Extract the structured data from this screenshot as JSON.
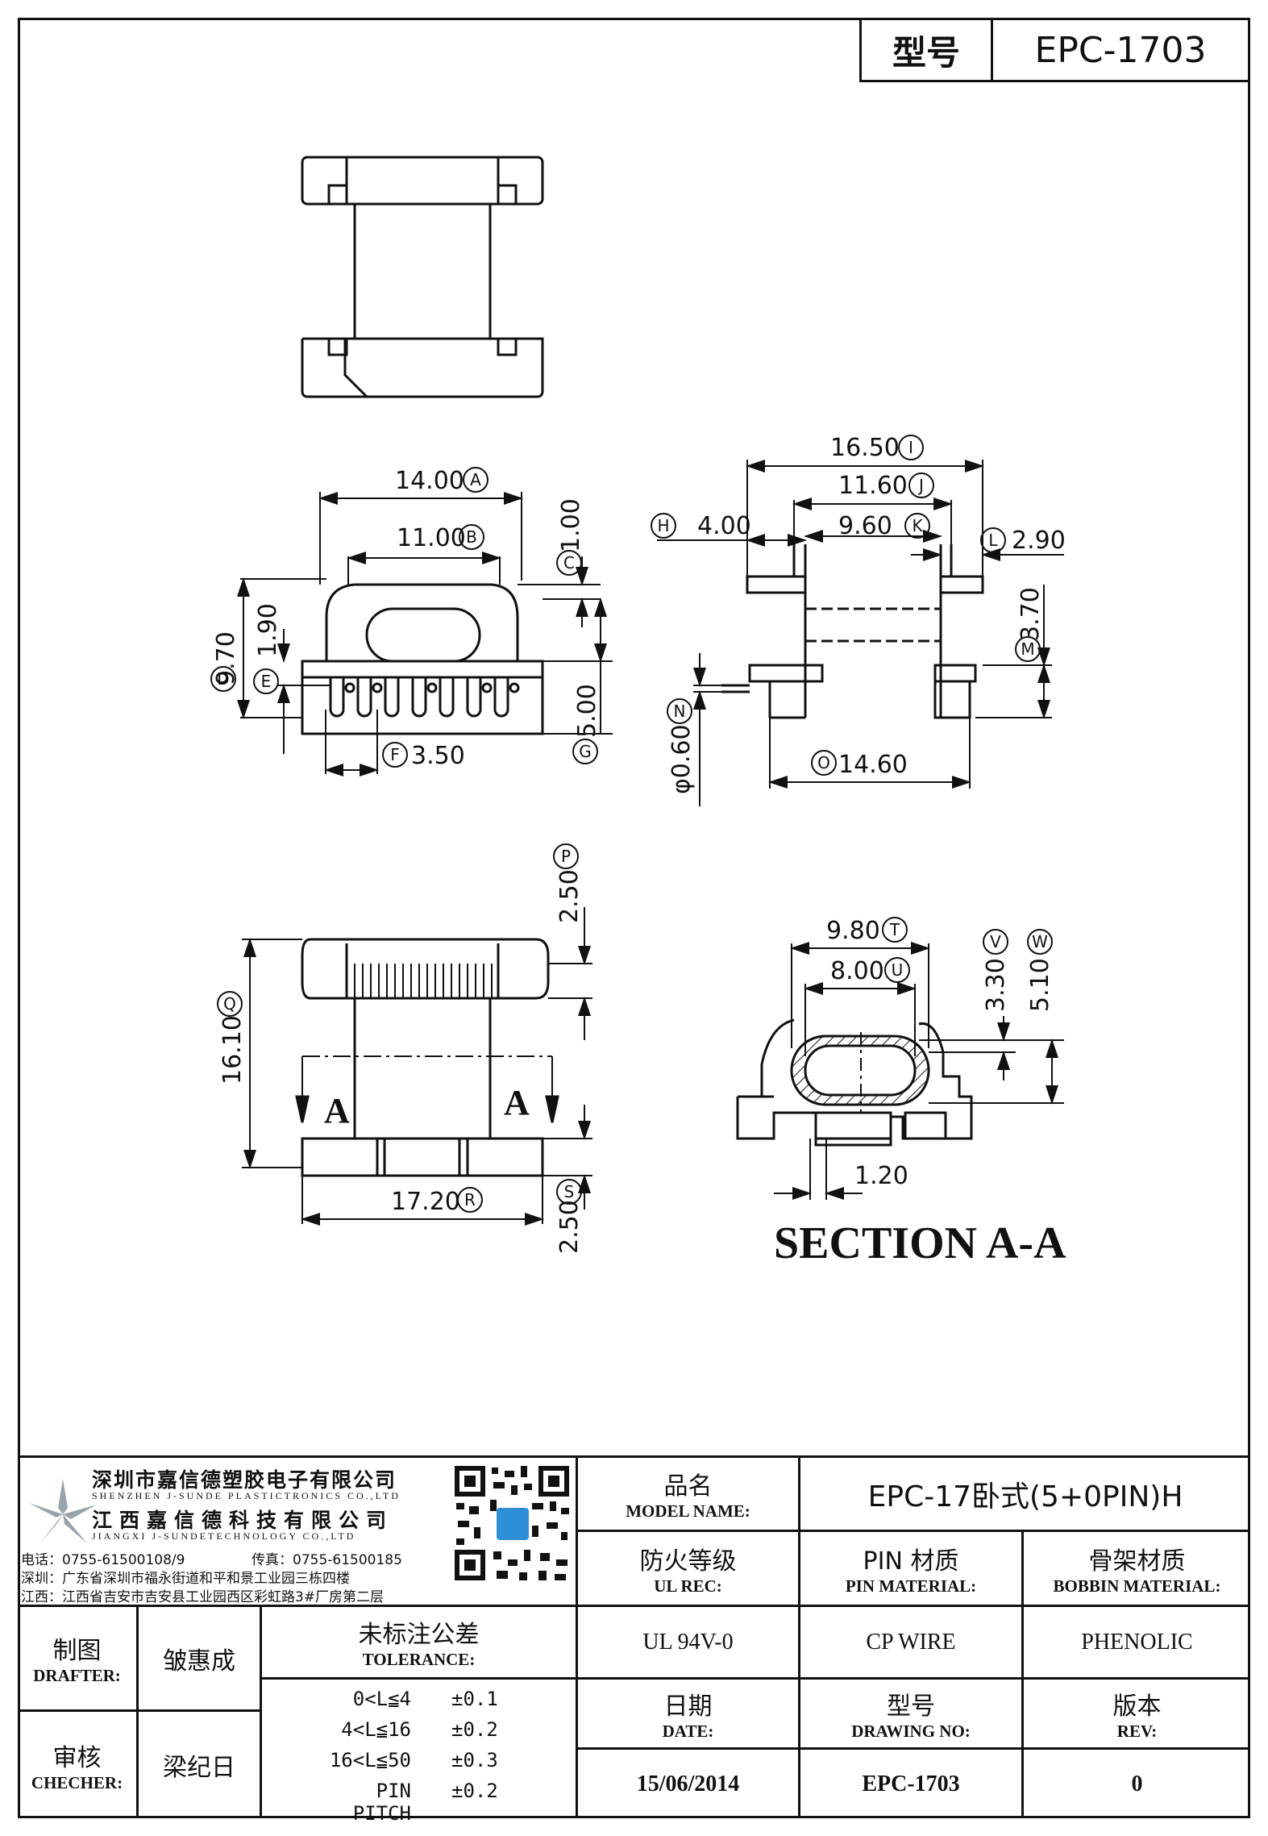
{
  "header": {
    "model_label": "型号",
    "model_value": "EPC-1703"
  },
  "views": {
    "front": {
      "dims": [
        "14.00",
        "11.00",
        "1.00",
        "9.70",
        "1.90",
        "3.50",
        "5.00"
      ],
      "markers": [
        "A",
        "B",
        "C",
        "D",
        "E",
        "F",
        "G"
      ]
    },
    "side": {
      "dims": [
        "16.50",
        "11.60",
        "4.00",
        "9.60",
        "2.90",
        "3.70",
        "φ0.60",
        "14.60"
      ],
      "markers": [
        "I",
        "J",
        "H",
        "K",
        "L",
        "M",
        "N",
        "O"
      ]
    },
    "bottom": {
      "dims": [
        "2.50",
        "16.10",
        "17.20",
        "2.50"
      ],
      "markers": [
        "P",
        "Q",
        "R",
        "S"
      ],
      "section_marks": [
        "A",
        "A"
      ]
    },
    "section": {
      "dims": [
        "9.80",
        "8.00",
        "3.30",
        "5.10",
        "1.20"
      ],
      "markers": [
        "T",
        "U",
        "V",
        "W"
      ],
      "title": "SECTION A-A"
    }
  },
  "company": {
    "name_cn_1": "深圳市嘉信德塑胶电子有限公司",
    "name_en_1": "SHENZHEN J-SUNDE PLASTICTRONICS CO.,LTD",
    "name_cn_2": "江西嘉信德科技有限公司",
    "name_en_2": "JIANGXI J-SUNDETECHNOLOGY CO.,LTD",
    "phone": "电话：0755-61500108/9",
    "fax": "传真：0755-61500185",
    "addr_sz": "深圳：广东省深圳市福永街道和平和景工业园三栋四楼",
    "addr_jx": "江西：江西省吉安市吉安县工业园西区彩虹路3#厂房第二层"
  },
  "title_block": {
    "model_name_cn": "品名",
    "model_name_en": "MODEL NAME:",
    "model_name_value": "EPC-17卧式(5+0PIN)H",
    "ul_cn": "防火等级",
    "ul_en": "UL REC:",
    "pin_cn": "PIN 材质",
    "pin_en": "PIN MATERIAL:",
    "bobbin_cn": "骨架材质",
    "bobbin_en": "BOBBIN MATERIAL:",
    "ul_value": "UL 94V-0",
    "pin_value": "CP WIRE",
    "bobbin_value": "PHENOLIC",
    "drafter_cn": "制图",
    "drafter_en": "DRAFTER:",
    "drafter_name": "皱惠成",
    "checker_cn": "审核",
    "checker_en": "CHECHER:",
    "checker_name": "梁纪日",
    "tolerance_cn": "未标注公差",
    "tolerance_en": "TOLERANCE:",
    "tolerance_rows": [
      {
        "range": "0<L≦4",
        "value": "±0.1"
      },
      {
        "range": "4<L≦16",
        "value": "±0.2"
      },
      {
        "range": "16<L≦50",
        "value": "±0.3"
      },
      {
        "range": "PIN PITCH",
        "value": "±0.2"
      }
    ],
    "date_cn": "日期",
    "date_en": "DATE:",
    "drawing_cn": "型号",
    "drawing_en": "DRAWING NO:",
    "rev_cn": "版本",
    "rev_en": "REV:",
    "date_value": "15/06/2014",
    "drawing_value": "EPC-1703",
    "rev_value": "0"
  }
}
